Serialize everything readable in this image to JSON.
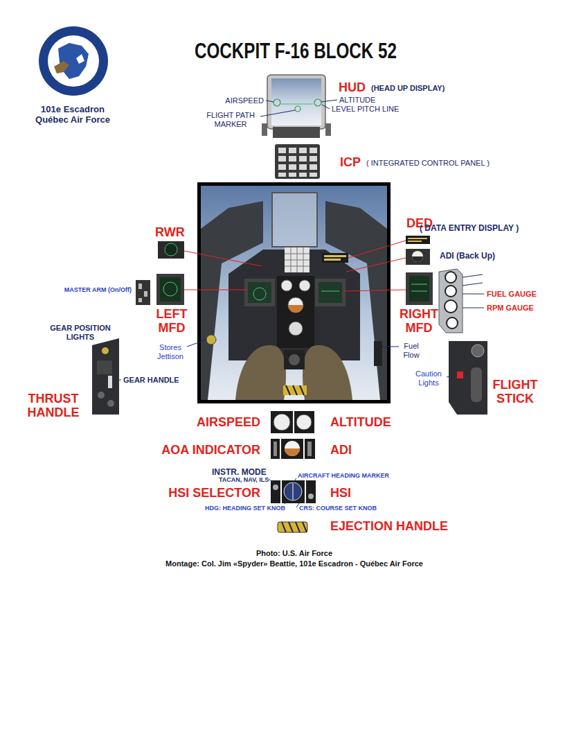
{
  "diagram": {
    "title": "COCKPIT F-16 BLOCK 52",
    "caption": "Photo: U.S. Air Force",
    "labels": [
      "101e Escadron",
      "Québec Air Force",
      "HUD",
      "(HEAD UP DISPLAY)",
      "AIRSPEED",
      "ALTITUDE",
      "FLIGHT PATH MARKER",
      "LEVEL PITCH LINE",
      "ICP",
      "( INTEGRATED CONTROL PANEL )",
      "RWR",
      "DED",
      "( DATA ENTRY DISPLAY )",
      "ADI (Back Up)",
      "MASTER ARM (On/Off)",
      "LEFT MFD",
      "RIGHT MFD",
      "FUEL GAUGE",
      "RPM GAUGE",
      "GEAR POSITION LIGHTS",
      "Stores Jettison",
      "Fuel Flow",
      "GEAR HANDLE",
      "Caution Lights",
      "THRUST HANDLE",
      "FLIGHT STICK",
      "AIRSPEED",
      "ALTITUDE",
      "AOA INDICATOR",
      "ADI",
      "INSTR. MODE",
      "TACAN, NAV, ILS",
      "AIRCRAFT HEADING MARKER",
      "HSI SELECTOR",
      "HSI",
      "HDG: HEADING SET KNOB",
      "CRS: COURSE SET KNOB",
      "EJECTION HANDLE",
      "Montage: Col. Jim «Spyder» Beattie, 101e Escadron - Québec Air Force"
    ]
  }
}
